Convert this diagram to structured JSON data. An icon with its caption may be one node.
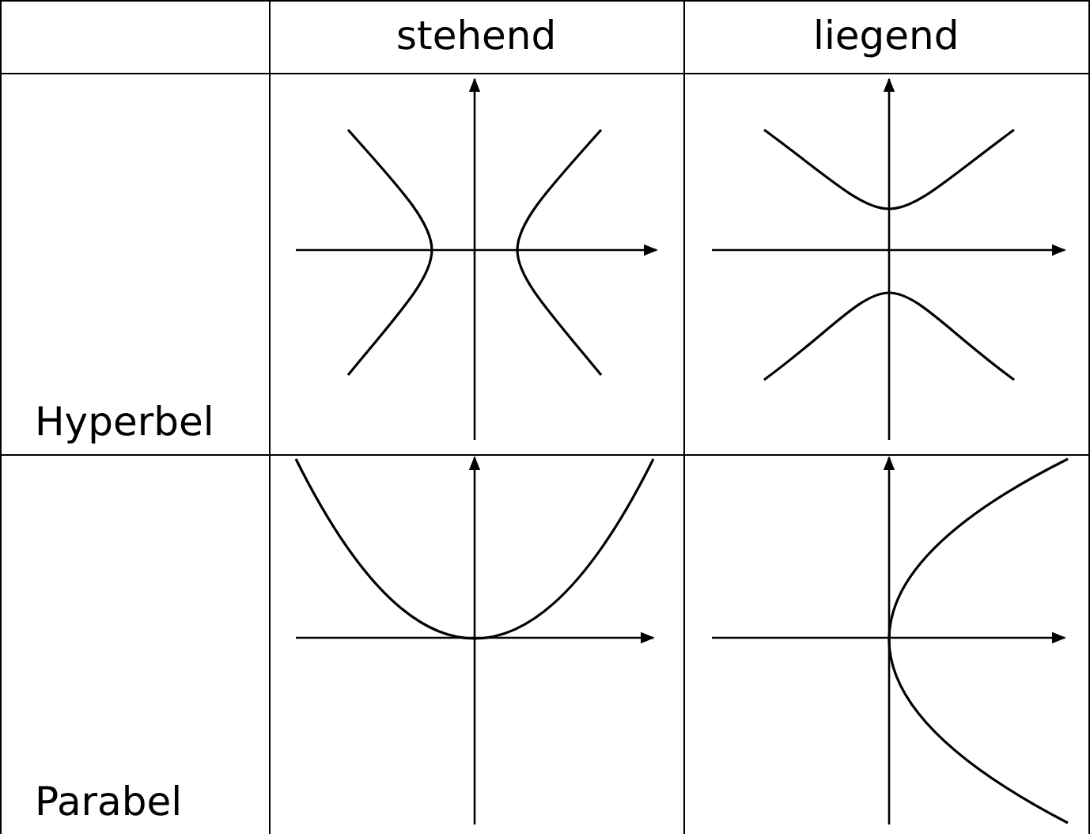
{
  "diagram": {
    "labels": [
      "stehend",
      "liegend",
      "Hyperbel",
      "Parabel"
    ]
  }
}
